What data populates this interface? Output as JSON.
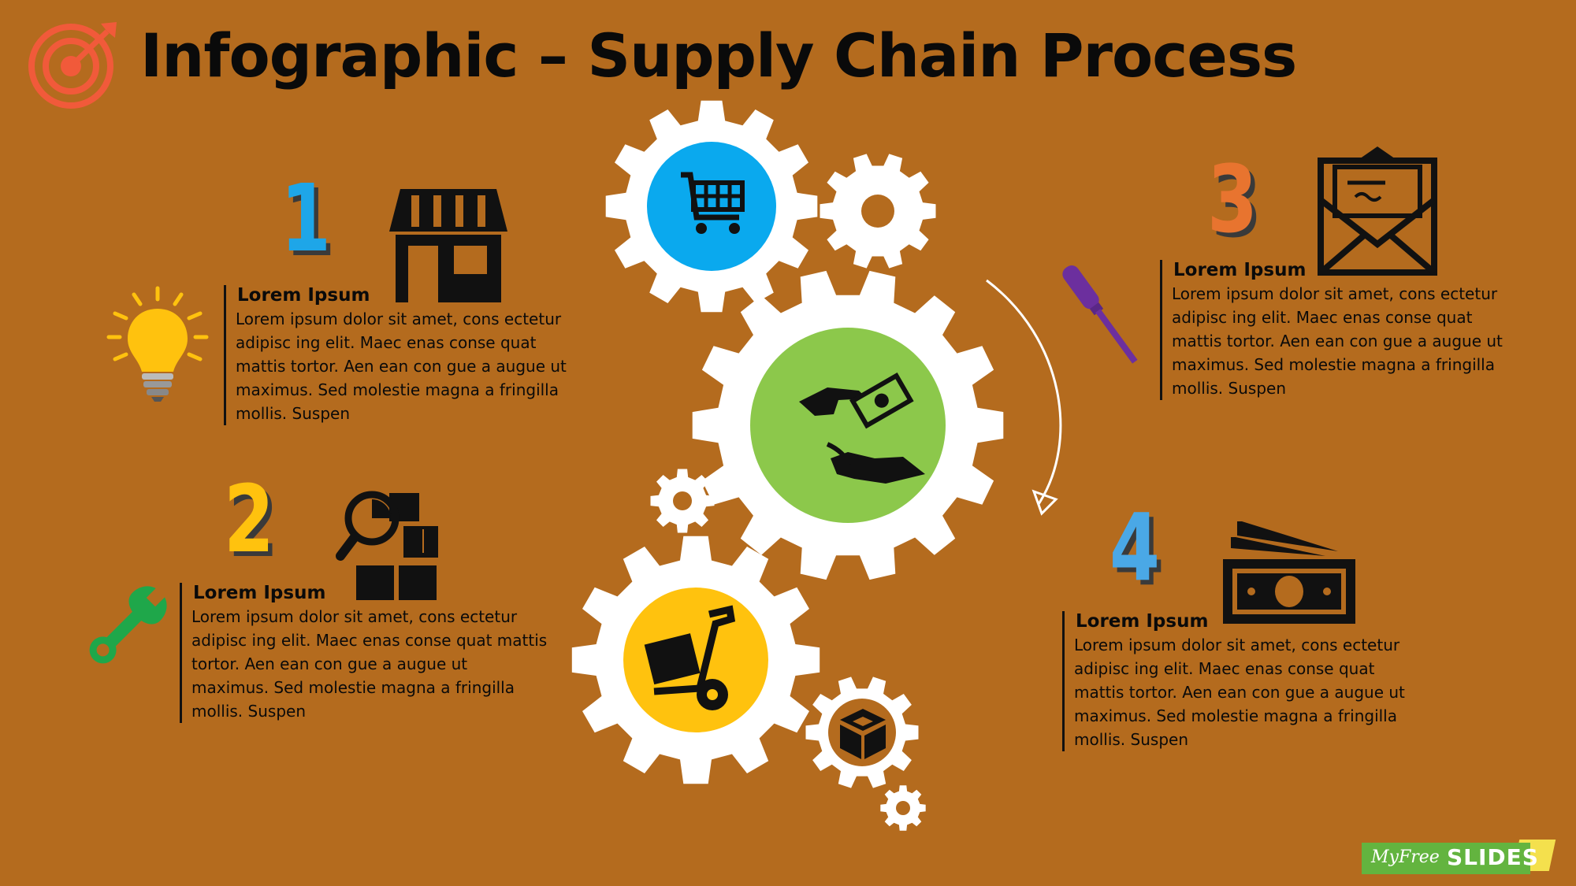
{
  "title": "Infographic – Supply Chain Process",
  "steps": [
    {
      "number": "1",
      "color": "#1EA6E8",
      "heading": "Lorem Ipsum",
      "lines": [
        "Lorem ipsum dolor sit amet, cons ectetur",
        "adipisc ing elit. Maec enas conse quat",
        "mattis tortor. Aen ean con gue a augue ut",
        "maximus. Sed molestie magna a fringilla",
        "mollis. Suspen"
      ]
    },
    {
      "number": "2",
      "color": "#FFC20E",
      "heading": "Lorem Ipsum",
      "lines": [
        "Lorem ipsum dolor sit amet, cons ectetur",
        "adipisc ing elit. Maec enas conse quat mattis",
        "tortor. Aen ean con gue a augue ut",
        "maximus. Sed molestie magna a fringilla",
        "mollis. Suspen"
      ]
    },
    {
      "number": "3",
      "color": "#E8742F",
      "heading": "Lorem Ipsum",
      "lines": [
        "Lorem ipsum dolor sit amet, cons ectetur",
        "adipisc ing elit. Maec enas conse quat",
        "mattis tortor. Aen ean con gue a augue ut",
        "maximus. Sed molestie magna a fringilla",
        "mollis. Suspen"
      ]
    },
    {
      "number": "4",
      "color": "#4AA8E6",
      "heading": "Lorem Ipsum",
      "lines": [
        "Lorem ipsum dolor sit amet, cons ectetur",
        "adipisc ing elit. Maec enas conse quat",
        "mattis tortor. Aen ean con gue a augue ut",
        "maximus. Sed molestie magna a fringilla",
        "mollis. Suspen"
      ]
    }
  ],
  "gear_icons": [
    "shopping-cart-icon",
    "payment-hands-icon",
    "hand-truck-icon",
    "package-box-icon"
  ],
  "step_icons": [
    "storefront-icon",
    "inventory-search-icon",
    "envelope-letter-icon",
    "banknote-icon"
  ],
  "decor_icons": [
    "lightbulb-icon",
    "wrench-icon",
    "screwdriver-icon",
    "target-icon"
  ],
  "colors": {
    "background": "#B46B1E",
    "cart_circle": "#0AA9EE",
    "payment_circle": "#8CC84B",
    "truck_circle": "#FFC20E",
    "gear": "#FFFFFF"
  },
  "logo": {
    "part1": "MyFree",
    "part2": "SLIDES"
  }
}
